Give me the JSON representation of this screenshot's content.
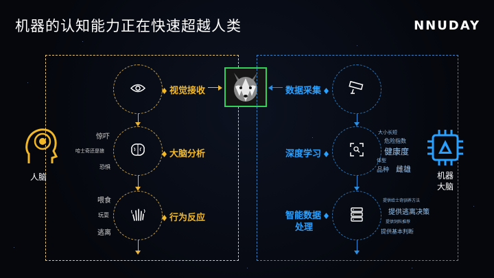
{
  "title": "机器的认知能力正在快速超越人类",
  "logo": "NNUDAY",
  "left": {
    "label": "人脑",
    "steps": [
      "视觉接收",
      "大脑分析",
      "行为反应"
    ],
    "analysis_words": [
      "惊吓",
      "哈士奇还是狼",
      "恐惧"
    ],
    "reaction_words": [
      "喂食",
      "玩耍",
      "逃离"
    ]
  },
  "right": {
    "label_line1": "机器",
    "label_line2": "大脑",
    "steps": [
      "数据采集",
      "深度学习",
      "智能数据",
      "处理"
    ],
    "learning_words": [
      "大小长短",
      "危险指数",
      "健康度",
      "体型",
      "品种",
      "雌雄"
    ],
    "processing_words": [
      "提供给士奇驯养方法",
      "提供逃离决策",
      "提供饲料推荐",
      "提供基本判断"
    ]
  },
  "colors": {
    "yellow": "#f2b827",
    "blue": "#2aa0ff",
    "green_frame": "#34d25a"
  },
  "icons": [
    "head-target-icon",
    "eye-icon",
    "brain-icon",
    "hand-wave-icon",
    "chip-icon",
    "camera-icon",
    "scan-icon",
    "database-icon"
  ]
}
